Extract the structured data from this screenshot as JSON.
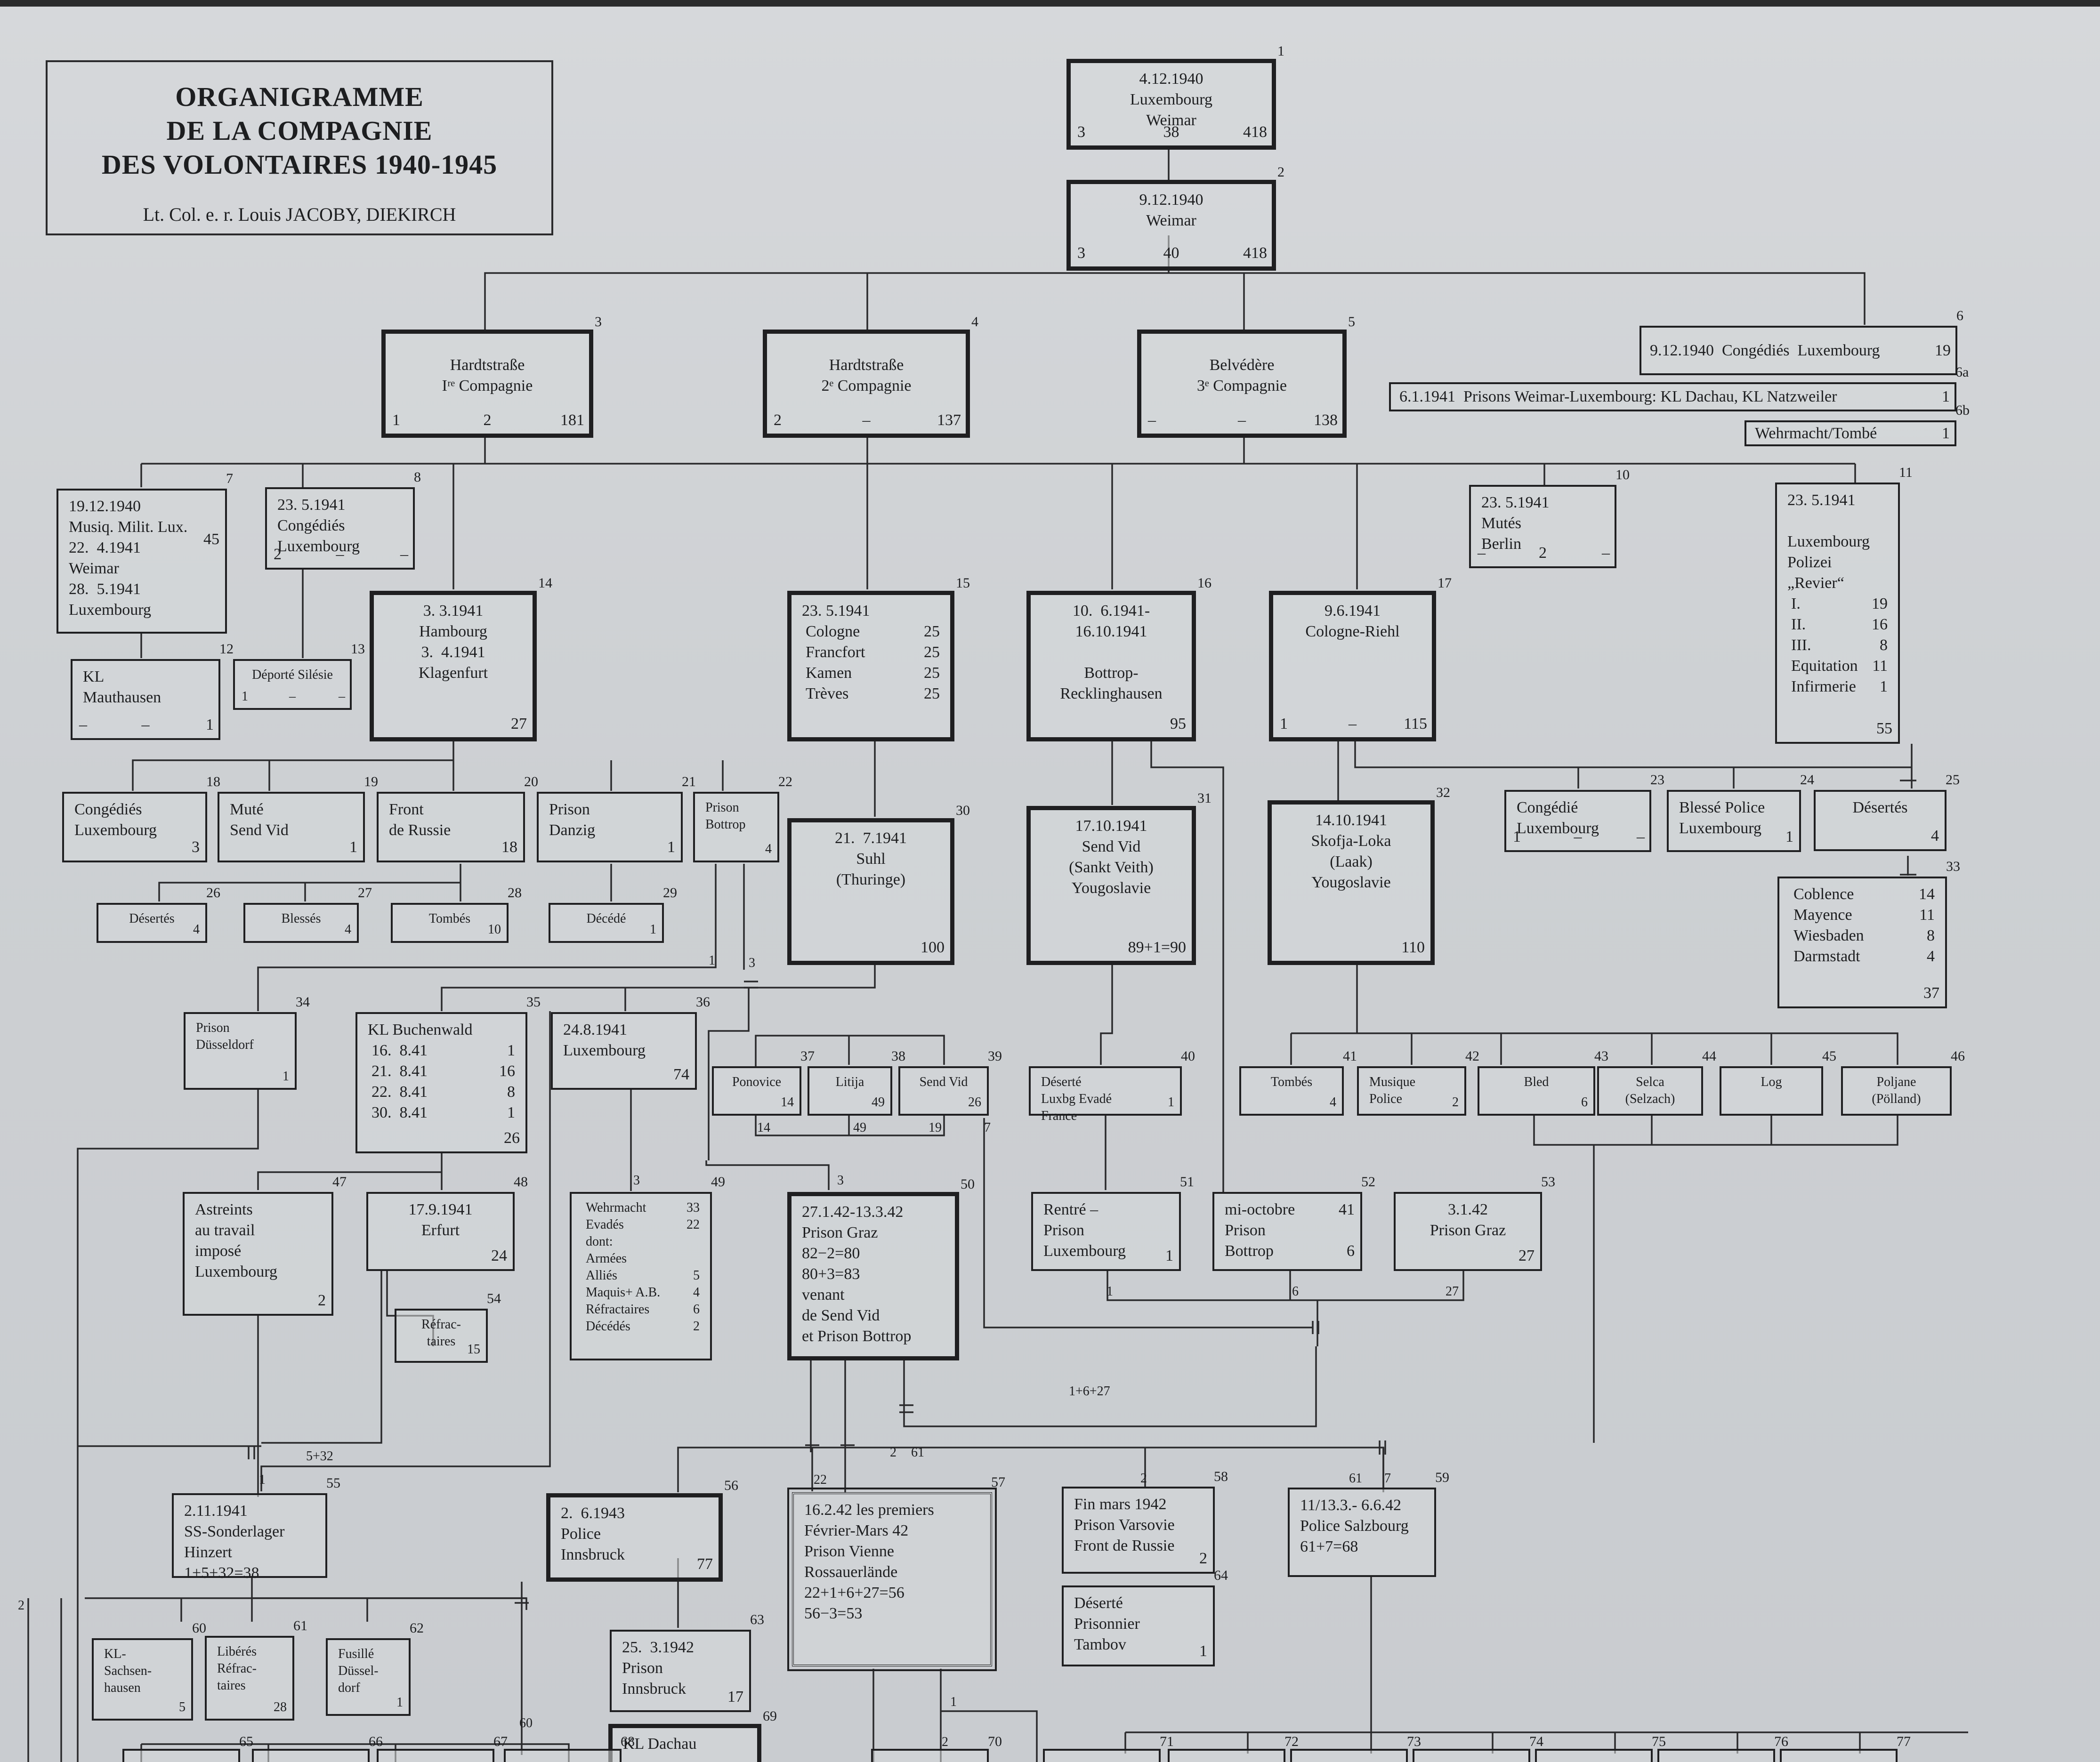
{
  "title": {
    "line1": "ORGANIGRAMME",
    "line2": "DE LA COMPAGNIE",
    "line3": "DES VOLONTAIRES 1940-1945",
    "author": "Lt. Col. e. r. Louis JACOBY, DIEKIRCH"
  },
  "nodes": {
    "n1": {
      "id": "1",
      "lines": [
        "4.12.1940",
        "Luxembourg",
        "Weimar"
      ],
      "foot": [
        "3",
        "38",
        "418"
      ]
    },
    "n2": {
      "id": "2",
      "lines": [
        "9.12.1940",
        "Weimar"
      ],
      "foot": [
        "3",
        "40",
        "418"
      ]
    },
    "n3": {
      "id": "3",
      "lines": [
        "Hardtstraße",
        "Iʳᵉ Compagnie"
      ],
      "foot": [
        "1",
        "2",
        "181"
      ]
    },
    "n4": {
      "id": "4",
      "lines": [
        "Hardtstraße",
        "2ᵉ Compagnie"
      ],
      "foot": [
        "2",
        "–",
        "137"
      ]
    },
    "n5": {
      "id": "5",
      "lines": [
        "Belvédère",
        "3ᵉ Compagnie"
      ],
      "foot": [
        "–",
        "–",
        "138"
      ]
    },
    "n6": {
      "id": "6",
      "text": "9.12.1940  Congédiés  Luxembourg",
      "value": "19"
    },
    "n6a": {
      "id": "6a",
      "text": "6.1.1941  Prisons Weimar-Luxembourg: KL Dachau, KL Natzweiler",
      "value": "1"
    },
    "n6b": {
      "id": "6b",
      "text": "Wehrmacht/Tombé",
      "value": "1"
    },
    "n7": {
      "id": "7",
      "lines": [
        "19.12.1940",
        "Musiq. Milit. Lux.",
        "22.  4.1941",
        "Weimar",
        "28.  5.1941",
        "Luxembourg"
      ],
      "value": "45"
    },
    "n8": {
      "id": "8",
      "lines": [
        "23. 5.1941",
        "Congédiés",
        "Luxembourg"
      ],
      "foot": [
        "2",
        "–",
        "–"
      ]
    },
    "n10": {
      "id": "10",
      "lines": [
        "23. 5.1941",
        "Mutés",
        "Berlin"
      ],
      "foot": [
        "–",
        "2",
        "–"
      ]
    },
    "n11": {
      "id": "11",
      "lines": [
        "23. 5.1941",
        "",
        "Luxembourg",
        "Polizei",
        "„Revier“"
      ],
      "rows": [
        [
          "I.",
          "19"
        ],
        [
          "II.",
          "16"
        ],
        [
          "III.",
          "8"
        ],
        [
          "Equitation",
          "11"
        ],
        [
          "Infirmerie",
          "1"
        ]
      ],
      "value": "55"
    },
    "n12": {
      "id": "12",
      "lines": [
        "KL",
        "Mauthausen"
      ],
      "foot": [
        "–",
        "–",
        "1"
      ]
    },
    "n13": {
      "id": "13",
      "lines": [
        "Déporté Silésie"
      ],
      "foot": [
        "1",
        "–",
        "–"
      ]
    },
    "n14": {
      "id": "14",
      "lines": [
        "3. 3.1941",
        "Hambourg",
        "3.  4.1941",
        "Klagenfurt"
      ],
      "value": "27"
    },
    "n15": {
      "id": "15",
      "lines": [
        "23. 5.1941"
      ],
      "rows": [
        [
          "Cologne",
          "25"
        ],
        [
          "Francfort",
          "25"
        ],
        [
          "Kamen",
          "25"
        ],
        [
          "Trèves",
          "25"
        ]
      ]
    },
    "n16": {
      "id": "16",
      "lines": [
        "10.  6.1941-",
        "16.10.1941",
        "",
        "Bottrop-",
        "Recklinghausen"
      ],
      "value": "95"
    },
    "n17": {
      "id": "17",
      "lines": [
        "9.6.1941",
        "Cologne-Riehl"
      ],
      "foot": [
        "1",
        "–",
        "115"
      ]
    },
    "n18": {
      "id": "18",
      "lines": [
        "Congédiés",
        "Luxembourg"
      ],
      "value": "3"
    },
    "n19": {
      "id": "19",
      "lines": [
        "Muté",
        "Send Vid"
      ],
      "value": "1"
    },
    "n20": {
      "id": "20",
      "lines": [
        "Front",
        "de Russie"
      ],
      "value": "18"
    },
    "n21": {
      "id": "21",
      "lines": [
        "Prison",
        "Danzig"
      ],
      "value": "1"
    },
    "n22": {
      "id": "22",
      "lines": [
        "Prison",
        "Bottrop"
      ],
      "value": "4"
    },
    "n23": {
      "id": "23",
      "lines": [
        "Congédié",
        "Luxembourg"
      ],
      "foot": [
        "1",
        "–",
        "–"
      ]
    },
    "n24": {
      "id": "24",
      "lines": [
        "Blessé Police",
        "Luxembourg"
      ],
      "value": "1"
    },
    "n25": {
      "id": "25",
      "lines": [
        "Désertés"
      ],
      "value": "4"
    },
    "n26": {
      "id": "26",
      "lines": [
        "Désertés"
      ],
      "value": "4"
    },
    "n27": {
      "id": "27",
      "lines": [
        "Blessés"
      ],
      "value": "4"
    },
    "n28": {
      "id": "28",
      "lines": [
        "Tombés"
      ],
      "value": "10"
    },
    "n29": {
      "id": "29",
      "lines": [
        "Décédé"
      ],
      "value": "1"
    },
    "n30": {
      "id": "30",
      "lines": [
        "21.  7.1941",
        "Suhl",
        "(Thuringe)"
      ],
      "value": "100"
    },
    "n31": {
      "id": "31",
      "lines": [
        "17.10.1941",
        "Send Vid",
        "(Sankt Veith)",
        "Yougoslavie"
      ],
      "value": "89+1=90"
    },
    "n32": {
      "id": "32",
      "lines": [
        "14.10.1941",
        "Skofja-Loka",
        "(Laak)",
        "Yougoslavie"
      ],
      "value": "110"
    },
    "n33": {
      "id": "33",
      "rows": [
        [
          "Coblence",
          "14"
        ],
        [
          "Mayence",
          "11"
        ],
        [
          "Wiesbaden",
          "8"
        ],
        [
          "Darmstadt",
          "4"
        ]
      ],
      "value": "37"
    },
    "n34": {
      "id": "34",
      "lines": [
        "Prison",
        "Düsseldorf"
      ],
      "value": "1"
    },
    "n35": {
      "id": "35",
      "lines": [
        "KL Buchenwald"
      ],
      "rows": [
        [
          "16.  8.41",
          "1"
        ],
        [
          "21.  8.41",
          "16"
        ],
        [
          "22.  8.41",
          "8"
        ],
        [
          "30.  8.41",
          "1"
        ]
      ],
      "value": "26"
    },
    "n36": {
      "id": "36",
      "lines": [
        "24.8.1941",
        "Luxembourg"
      ],
      "value": "74"
    },
    "n37": {
      "id": "37",
      "lines": [
        "Ponovice"
      ],
      "value": "14"
    },
    "n38": {
      "id": "38",
      "lines": [
        "Litija"
      ],
      "value": "49"
    },
    "n39": {
      "id": "39",
      "lines": [
        "Send Vid"
      ],
      "value": "26"
    },
    "n40": {
      "id": "40",
      "lines": [
        "Déserté",
        "Luxbg Evadé",
        "France"
      ],
      "value": "1"
    },
    "n41": {
      "id": "41",
      "lines": [
        "Tombés"
      ],
      "value": "4"
    },
    "n42": {
      "id": "42",
      "lines": [
        "Musique",
        "Police"
      ],
      "value": "2"
    },
    "n43": {
      "id": "43",
      "lines": [
        "Bled"
      ],
      "value": "6"
    },
    "n44": {
      "id": "44",
      "lines": [
        "Selca",
        "(Selzach)"
      ]
    },
    "n45": {
      "id": "45",
      "lines": [
        "Log"
      ]
    },
    "n46": {
      "id": "46",
      "lines": [
        "Poljane",
        "(Pölland)"
      ]
    },
    "n47": {
      "id": "47",
      "lines": [
        "Astreints",
        "au travail",
        "imposé",
        "Luxembourg"
      ],
      "value": "2"
    },
    "n48": {
      "id": "48",
      "lines": [
        "17.9.1941",
        "Erfurt"
      ],
      "value": "24"
    },
    "n49": {
      "id": "49",
      "rows": [
        [
          "Wehrmacht",
          "33"
        ],
        [
          "Evadés",
          "22"
        ],
        [
          "dont:",
          ""
        ],
        [
          "Armées",
          ""
        ],
        [
          "Alliés",
          "5"
        ],
        [
          "Maquis+ A.B.",
          "4"
        ],
        [
          "Réfractaires",
          "6"
        ],
        [
          "Décédés",
          "2"
        ]
      ]
    },
    "n50": {
      "id": "50",
      "lines": [
        "27.1.42-13.3.42",
        "Prison Graz",
        "82−2=80",
        "80+3=83",
        "venant",
        "de Send Vid",
        "et Prison Bottrop"
      ]
    },
    "n51": {
      "id": "51",
      "lines": [
        "Rentré –",
        "Prison",
        "Luxembourg"
      ],
      "value": "1"
    },
    "n52": {
      "id": "52",
      "lines": [
        "mi-octobre",
        "Prison",
        "Bottrop"
      ],
      "values": [
        "41",
        "6"
      ]
    },
    "n53": {
      "id": "53",
      "lines": [
        "3.1.42",
        "Prison Graz"
      ],
      "value": "27"
    },
    "n54": {
      "id": "54",
      "lines": [
        "Réfrac-",
        "taires"
      ],
      "value": "15"
    },
    "n55": {
      "id": "55",
      "lines": [
        "2.11.1941",
        "SS-Sonderlager",
        "Hinzert",
        "1+5+32=38"
      ]
    },
    "n56": {
      "id": "56",
      "lines": [
        "2.  6.1943",
        "Police",
        "Innsbruck"
      ],
      "value": "77"
    },
    "n57": {
      "id": "57",
      "lines": [
        "16.2.42 les premiers",
        "Février-Mars 42",
        "Prison Vienne",
        "Rossauerlände",
        "22+1+6+27=56",
        "56−3=53"
      ]
    },
    "n58": {
      "id": "58",
      "lines": [
        "Fin mars 1942",
        "Prison Varsovie",
        "Front de Russie"
      ],
      "value": "2"
    },
    "n59": {
      "id": "59",
      "lines": [
        "11/13.3.- 6.6.42",
        "Police Salzbourg",
        "61+7=68"
      ]
    },
    "n60": {
      "id": "60",
      "lines": [
        "KL-",
        "Sachsen-",
        "hausen"
      ],
      "value": "5"
    },
    "n61": {
      "id": "61",
      "lines": [
        "Libérés",
        "Réfrac-",
        "taires"
      ],
      "value": "28"
    },
    "n62": {
      "id": "62",
      "lines": [
        "Fusillé",
        "Düssel-",
        "dorf"
      ],
      "value": "1"
    },
    "n63": {
      "id": "63",
      "lines": [
        "25.  3.1942",
        "Prison",
        "Innsbruck"
      ],
      "value": "17"
    },
    "n64": {
      "id": "64",
      "lines": [
        "Déserté",
        "Prisonnier",
        "Tambov"
      ],
      "value": "1"
    },
    "n69": {
      "id": "69",
      "lines": [
        "KL Dachau"
      ]
    }
  },
  "line_labels": {
    "l1": "1",
    "l3": "3",
    "l2a": "2",
    "l5_32": "5+32",
    "l1b": "1",
    "l3b": "3",
    "l3c": "3",
    "l14": "14",
    "l49": "49",
    "l19": "19",
    "l7": "7",
    "l1c": "1",
    "l6": "6",
    "l27": "27",
    "l1_6_27": "1+6+27",
    "l22": "22",
    "l2b": "2",
    "l61": "61",
    "l2c": "2",
    "l61b": "61",
    "l7b": "7",
    "l2d": "2",
    "l1d": "1",
    "l60": "60"
  },
  "bottom_ids": [
    "65",
    "66",
    "67",
    "68",
    "70",
    "71",
    "72",
    "73",
    "74",
    "75",
    "76",
    "77"
  ]
}
